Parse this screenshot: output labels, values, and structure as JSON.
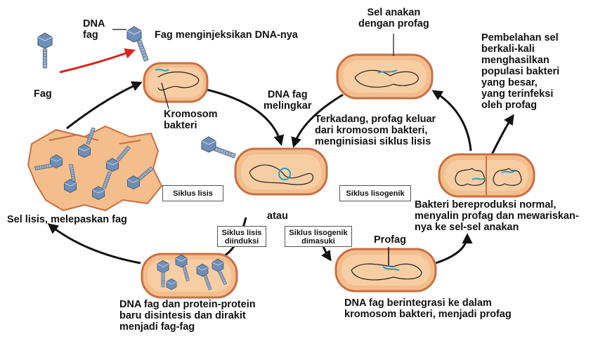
{
  "labels": {
    "dna_fag": "DNA\nfag",
    "fag_injects": "Fag menginjeksikan DNA-nya",
    "fag": "Fag",
    "kromosom": "Kromosom\nbakteri",
    "dna_fag_melingkar": "DNA fag\nmelingkar",
    "sel_anakan": "Sel anakan\ndengan profag",
    "pembelahan": "Pembelahan sel\nberkali-kali\nmenghasilkan\npopulasi bakteri\nyang besar,\nyang terinfeksi\noleh profag",
    "terkadang": "Terkadang, profag keluar\ndari kromosom bakteri,\nmenginisiasi siklus lisis",
    "sel_lisis": "Sel lisis, melepaskan fag",
    "atau": "atau",
    "bakteri_bereproduksi": "Bakteri bereproduksi normal,\nmenyalin profag dan mewariskan-\nnya ke sel-sel anakan",
    "profag": "Profag",
    "dna_fag_protein": "DNA fag dan protein-protein\nbaru disintesis dan dirakit\nmenjadi fag-fag",
    "dna_fag_integrasi": "DNA fag berintegrasi ke dalam\nkromosom bakteri, menjadi profag"
  },
  "boxes": {
    "siklus_lisis": "Siklus lisis",
    "siklus_lisogenik": "Siklus lisogenik",
    "siklus_lisis_diinduksi": "Siklus lisis\ndiinduksi",
    "siklus_lisogenik_dimasuki": "Siklus lisogenik\ndimasuki"
  },
  "colors": {
    "cell_fill": "#f4bd8c",
    "cell_edge": "#c86f43",
    "cell_inner": "#f7cda4",
    "chromosome": "#222222",
    "phage_dna": "#1ba3c6",
    "phage_head": "#6f8fb8",
    "phage_tail": "#9fb3cc",
    "red_arrow": "#d9231d",
    "arrow": "#111111"
  }
}
